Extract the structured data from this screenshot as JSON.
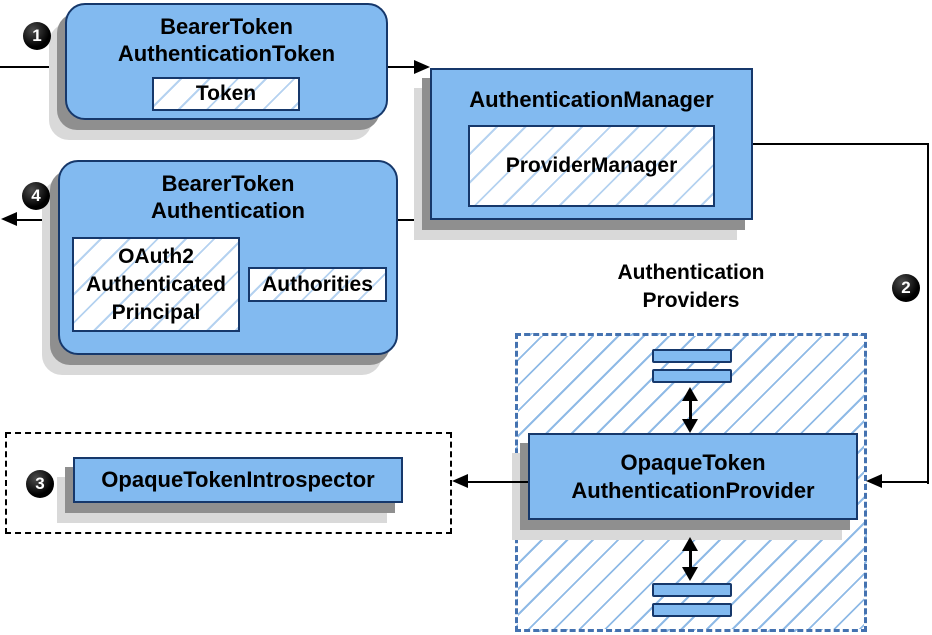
{
  "colors": {
    "node_fill": "#82baf0",
    "node_border": "#16386b",
    "hatch_small": "#b5d2f0",
    "hatch_large": "#8fbae6",
    "dashed_container_border": "#4472b0",
    "connector": "#000000",
    "shadow_dark": "#8f8f8f",
    "shadow_light": "#d9d9d9",
    "badge_bg": "#000000",
    "badge_fg": "#ffffff"
  },
  "badges": {
    "step1": "1",
    "step2": "2",
    "step3": "3",
    "step4": "4"
  },
  "nodes": {
    "bearer_token_authentication_token": {
      "title": "BearerToken\nAuthenticationToken",
      "token": "Token"
    },
    "authentication_manager": {
      "title": "AuthenticationManager",
      "provider_manager": "ProviderManager"
    },
    "bearer_token_authentication": {
      "title": "BearerToken\nAuthentication",
      "principal": "OAuth2\nAuthenticated\nPrincipal",
      "authorities": "Authorities"
    },
    "authentication_providers": {
      "label": "Authentication\nProviders"
    },
    "opaque_token_authentication_provider": {
      "title": "OpaqueToken\nAuthenticationProvider"
    },
    "opaque_token_introspector": {
      "title": "OpaqueTokenIntrospector"
    }
  }
}
